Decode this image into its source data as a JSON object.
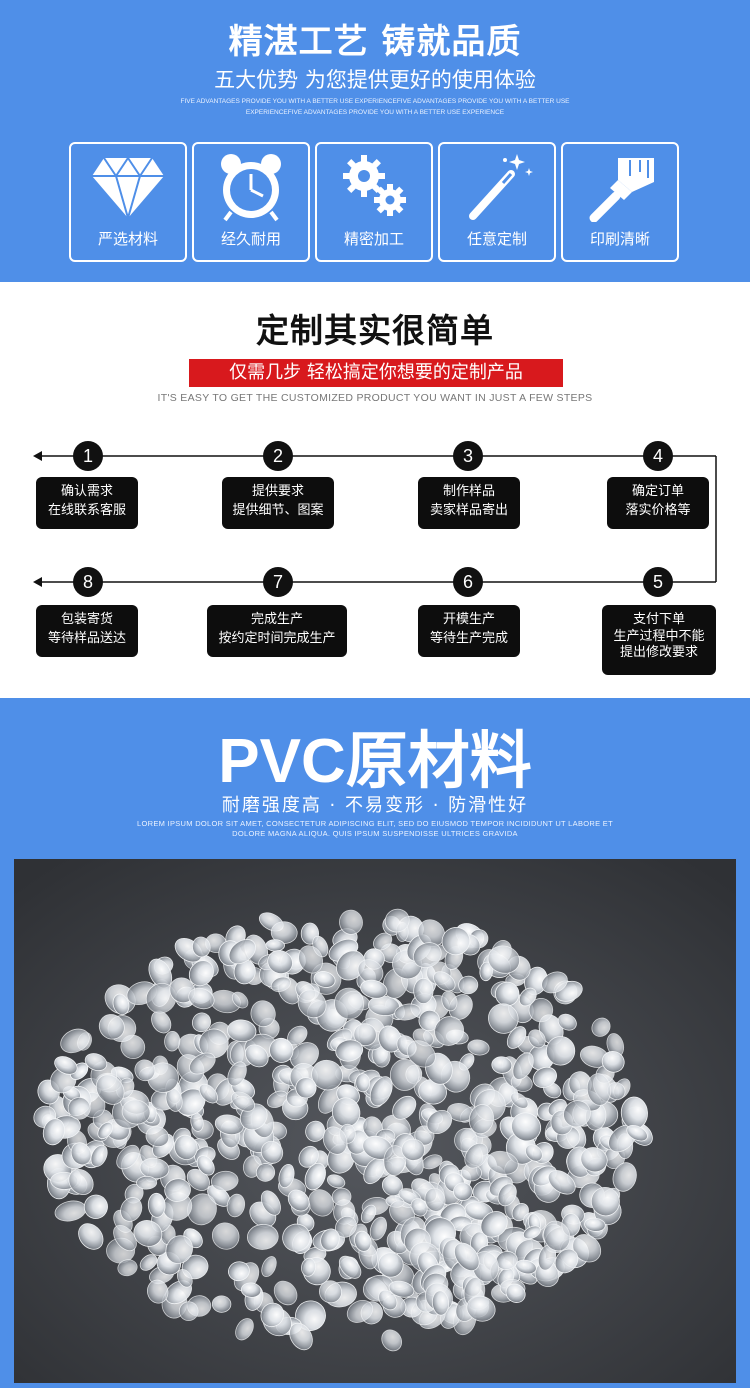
{
  "craft": {
    "title": "精湛工艺 铸就品质",
    "subtitle": "五大优势 为您提供更好的使用体验",
    "en_text": "FIVE ADVANTAGES PROVIDE YOU WITH A BETTER USE EXPERIENCEFIVE ADVANTAGES PROVIDE YOU WITH A BETTER USE EXPERIENCEFIVE ADVANTAGES PROVIDE YOU WITH A BETTER USE EXPERIENCE",
    "features": [
      {
        "label": "严选材料",
        "icon": "diamond-icon"
      },
      {
        "label": "经久耐用",
        "icon": "alarm-clock-icon"
      },
      {
        "label": "精密加工",
        "icon": "gears-icon"
      },
      {
        "label": "任意定制",
        "icon": "magic-wand-icon"
      },
      {
        "label": "印刷清晰",
        "icon": "paint-brush-icon"
      }
    ]
  },
  "steps_section": {
    "title": "定制其实很简单",
    "banner": "仅需几步  轻松搞定你想要的定制产品",
    "en_text": "IT'S EASY TO GET THE CUSTOMIZED PRODUCT YOU WANT IN JUST A FEW STEPS",
    "steps": [
      {
        "num": "1",
        "line1": "确认需求",
        "line2": "在线联系客服",
        "line3": ""
      },
      {
        "num": "2",
        "line1": "提供要求",
        "line2": "提供细节、图案",
        "line3": ""
      },
      {
        "num": "3",
        "line1": "制作样品",
        "line2": "卖家样品寄出",
        "line3": ""
      },
      {
        "num": "4",
        "line1": "确定订单",
        "line2": "落实价格等",
        "line3": ""
      },
      {
        "num": "5",
        "line1": "支付下单",
        "line2": "生产过程中不能",
        "line3": "提出修改要求"
      },
      {
        "num": "6",
        "line1": "开模生产",
        "line2": "等待生产完成",
        "line3": ""
      },
      {
        "num": "7",
        "line1": "完成生产",
        "line2": "按约定时间完成生产",
        "line3": ""
      },
      {
        "num": "8",
        "line1": "包装寄货",
        "line2": "等待样品送达",
        "line3": ""
      }
    ]
  },
  "pvc": {
    "title": "PVC原材料",
    "tagline": "耐磨强度高 · 不易变形 · 防滑性好",
    "lorem": "LOREM IPSUM DOLOR SIT AMET, CONSECTETUR ADIPISCING ELIT, SED DO EIUSMOD TEMPOR INCIDIDUNT UT LABORE ET DOLORE MAGNA ALIQUA. QUIS IPSUM SUSPENDISSE ULTRICES GRAVIDA"
  },
  "colors": {
    "brand_blue": "#4f8fe8",
    "banner_red": "#d8191d",
    "step_box": "#0d0d0d",
    "photo_bg": "#3f4146"
  }
}
